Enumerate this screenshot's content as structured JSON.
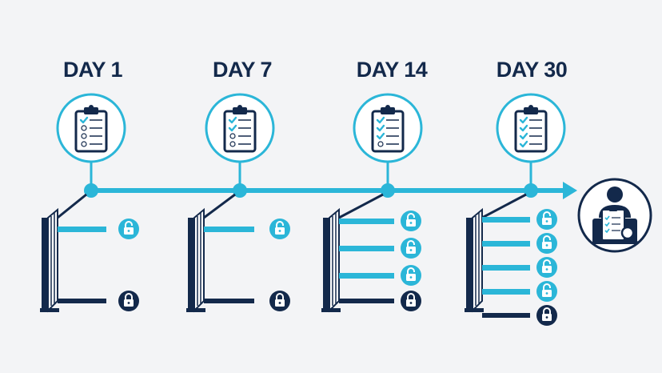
{
  "colors": {
    "navy": "#13294b",
    "accent": "#2bb6d8",
    "background": "#f3f4f6",
    "white": "#ffffff"
  },
  "timeline": {
    "milestones": [
      {
        "label": "DAY 1",
        "checked_items": 1,
        "total_items": 4
      },
      {
        "label": "DAY 7",
        "checked_items": 2,
        "total_items": 4
      },
      {
        "label": "DAY 14",
        "checked_items": 3,
        "total_items": 4
      },
      {
        "label": "DAY 30",
        "checked_items": 4,
        "total_items": 4
      }
    ],
    "arrow_icon": "arrow-right-icon",
    "end_icon": "reviewer-with-checklist-icon"
  },
  "gates": [
    {
      "unlocked_channels": 1,
      "locked_channels": 1
    },
    {
      "unlocked_channels": 1,
      "locked_channels": 1
    },
    {
      "unlocked_channels": 3,
      "locked_channels": 1
    },
    {
      "unlocked_channels": 4,
      "locked_channels": 1
    }
  ],
  "icons": {
    "checklist": "clipboard-checklist-icon",
    "open_lock": "unlocked-padlock-icon",
    "closed_lock": "locked-padlock-icon",
    "gate": "gate-icon"
  }
}
